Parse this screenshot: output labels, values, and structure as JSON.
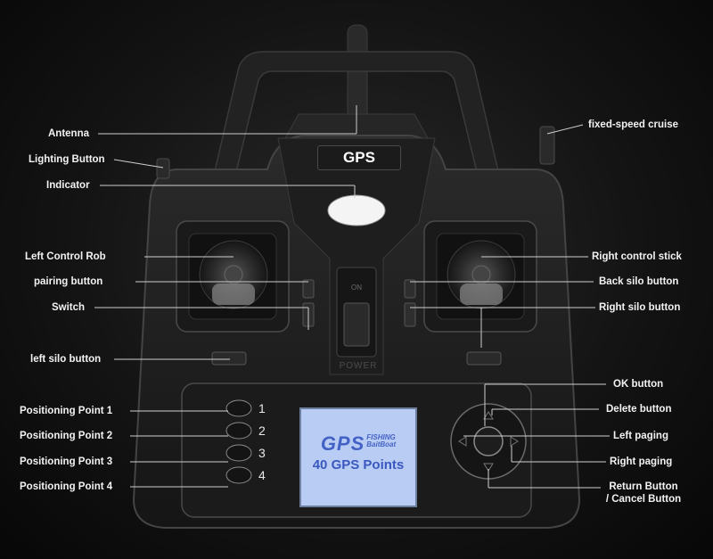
{
  "labels": {
    "antenna": "Antenna",
    "lighting_button": "Lighting Button",
    "indicator": "Indicator",
    "left_control_rob": "Left Control Rob",
    "pairing_button": "pairing button",
    "switch": "Switch",
    "left_silo_button": "left silo button",
    "positioning_point_1": "Positioning Point 1",
    "positioning_point_2": "Positioning Point 2",
    "positioning_point_3": "Positioning Point 3",
    "positioning_point_4": "Positioning Point 4",
    "fixed_speed_cruise": "fixed-speed cruise",
    "right_control_stick": "Right control stick",
    "back_silo_button": "Back silo button",
    "right_silo_button": "Right silo button",
    "ok_button": "OK button",
    "delete_button": "Delete button",
    "left_paging": "Left paging",
    "right_paging": "Right paging",
    "return_button_line1": "Return Button",
    "return_button_line2": "/ Cancel Button"
  },
  "device": {
    "badge": "GPS",
    "power_label": "POWER",
    "on_label": "ON",
    "point_numbers": [
      "1",
      "2",
      "3",
      "4"
    ],
    "screen": {
      "logo": "GPS",
      "logo_sub_1": "FISHING",
      "logo_sub_2": "BaitBoat",
      "points_text": "40 GPS Points"
    }
  },
  "colors": {
    "background": "#141414",
    "body": "#1c1c1c",
    "screen": "#b9cdf4",
    "screen_text": "#4462c6",
    "leader_line": "#cfcfcf"
  }
}
